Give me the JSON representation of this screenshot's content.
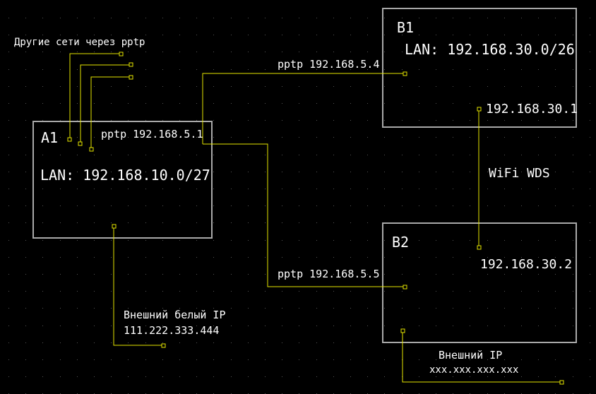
{
  "colors": {
    "background": "#000000",
    "wire": "#e6e600",
    "box": "#a9a9a9",
    "text": "#ffffff",
    "grid": "#555555"
  },
  "a1": {
    "name": "A1",
    "pptp": "pptp 192.168.5.1",
    "lan": "LAN: 192.168.10.0/27"
  },
  "b1": {
    "name": "B1",
    "lan": "LAN: 192.168.30.0/26",
    "ip": "192.168.30.1"
  },
  "b2": {
    "name": "B2",
    "ip": "192.168.30.2"
  },
  "links": {
    "other_nets": "Другие сети через pptp",
    "pptp_b1": "pptp 192.168.5.4",
    "pptp_b2": "pptp 192.168.5.5",
    "wifi": "WiFi WDS"
  },
  "a1_wan": {
    "label": "Внешний белый IP",
    "ip": "111.222.333.444"
  },
  "b2_wan": {
    "label": "Внешний IP",
    "ip": "xxx.xxx.xxx.xxx"
  }
}
